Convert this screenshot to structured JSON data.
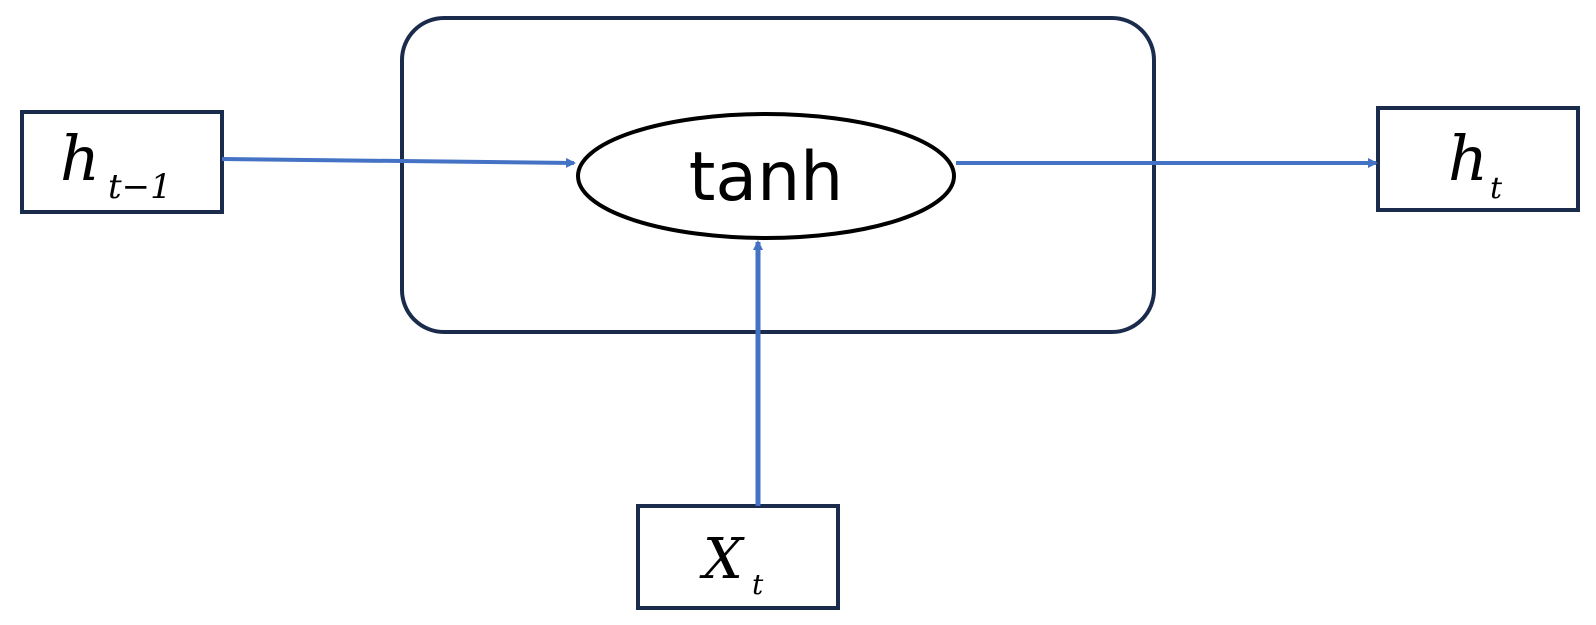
{
  "diagram": {
    "colors": {
      "box_stroke": "#1a2b4c",
      "arrow": "#4472c4",
      "ellipse_stroke": "#000000",
      "background": "#ffffff"
    },
    "cell": {
      "function_label": "tanh"
    },
    "inputs": {
      "prev_hidden": {
        "base": "h",
        "sub": "t−1"
      },
      "current_input": {
        "base": "X",
        "sub": "t"
      }
    },
    "outputs": {
      "hidden": {
        "base": "h",
        "sub": "t"
      }
    }
  }
}
